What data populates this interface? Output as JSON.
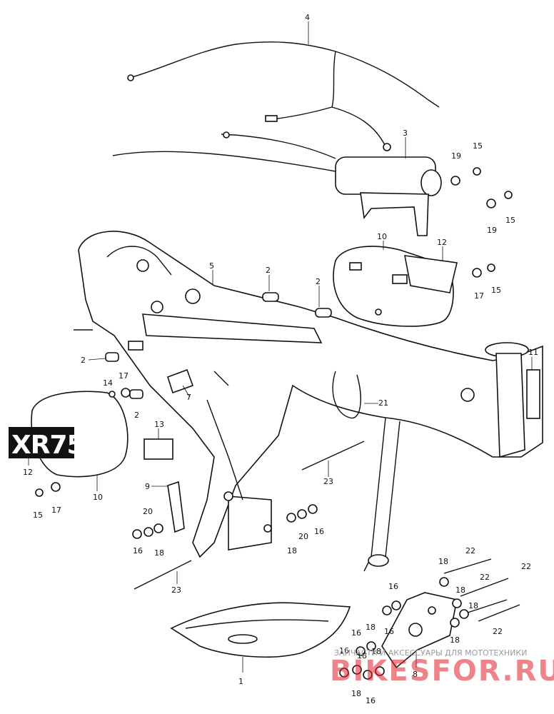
{
  "callouts": [
    {
      "id": "c4",
      "text": "4"
    },
    {
      "id": "c3",
      "text": "3"
    },
    {
      "id": "c19a",
      "text": "19"
    },
    {
      "id": "c15a",
      "text": "15"
    },
    {
      "id": "c19b",
      "text": "19"
    },
    {
      "id": "c15b",
      "text": "15"
    },
    {
      "id": "c10a",
      "text": "10"
    },
    {
      "id": "c12a",
      "text": "12"
    },
    {
      "id": "c17a",
      "text": "17"
    },
    {
      "id": "c15c",
      "text": "15"
    },
    {
      "id": "c5",
      "text": "5"
    },
    {
      "id": "c2a",
      "text": "2"
    },
    {
      "id": "c2b",
      "text": "2"
    },
    {
      "id": "c2c",
      "text": "2"
    },
    {
      "id": "c14",
      "text": "14"
    },
    {
      "id": "c17b",
      "text": "17"
    },
    {
      "id": "c2d",
      "text": "2"
    },
    {
      "id": "c7",
      "text": "7"
    },
    {
      "id": "c21",
      "text": "21"
    },
    {
      "id": "c11",
      "text": "11"
    },
    {
      "id": "c13",
      "text": "13"
    },
    {
      "id": "c12b",
      "text": "12"
    },
    {
      "id": "c10b",
      "text": "10"
    },
    {
      "id": "c23a",
      "text": "23"
    },
    {
      "id": "c9",
      "text": "9"
    },
    {
      "id": "c15d",
      "text": "15"
    },
    {
      "id": "c17c",
      "text": "17"
    },
    {
      "id": "c20a",
      "text": "20"
    },
    {
      "id": "c16a",
      "text": "16"
    },
    {
      "id": "c18a",
      "text": "18"
    },
    {
      "id": "c20b",
      "text": "20"
    },
    {
      "id": "c16b",
      "text": "16"
    },
    {
      "id": "c18b",
      "text": "18"
    },
    {
      "id": "c23b",
      "text": "23"
    },
    {
      "id": "c18c",
      "text": "18"
    },
    {
      "id": "c22a",
      "text": "22"
    },
    {
      "id": "c22b",
      "text": "22"
    },
    {
      "id": "c22c",
      "text": "22"
    },
    {
      "id": "c18d",
      "text": "18"
    },
    {
      "id": "c16c",
      "text": "16"
    },
    {
      "id": "c18e",
      "text": "18"
    },
    {
      "id": "c18f",
      "text": "18"
    },
    {
      "id": "c22d",
      "text": "22"
    },
    {
      "id": "c16d",
      "text": "16"
    },
    {
      "id": "c18g",
      "text": "18"
    },
    {
      "id": "c16e",
      "text": "16"
    },
    {
      "id": "c8",
      "text": "8"
    },
    {
      "id": "c18h",
      "text": "18"
    },
    {
      "id": "c16f",
      "text": "16"
    },
    {
      "id": "c18i",
      "text": "18"
    },
    {
      "id": "c1",
      "text": "1"
    },
    {
      "id": "c16g",
      "text": "16"
    },
    {
      "id": "c18j",
      "text": "18"
    }
  ],
  "badge": {
    "text": "XR75"
  },
  "watermark": {
    "text": "BIKESFOR.RU",
    "subtext": "ЗАПЧАСТИ И АКСЕССУАРЫ ДЛЯ МОТОТЕХНИКИ"
  },
  "colors": {
    "ink": "#111111",
    "watermark": "#e0202a"
  }
}
